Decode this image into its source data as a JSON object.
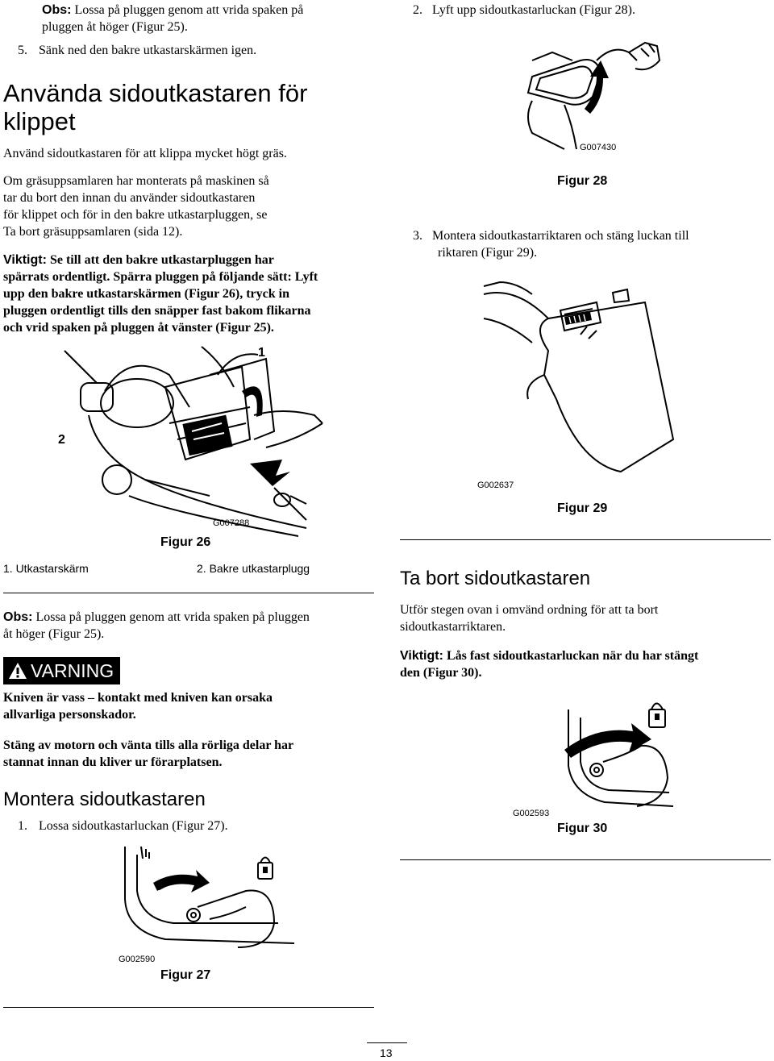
{
  "left": {
    "obs1_label": "Obs:",
    "obs1_line1": "Lossa på pluggen genom att vrida spaken på",
    "obs1_line2": "pluggen åt höger (Figur 25).",
    "step5_num": "5.",
    "step5_text": "Sänk ned den bakre utkastarskärmen igen.",
    "heading_line1": "Använda sidoutkastaren för",
    "heading_line2": "klippet",
    "intro": "Använd sidoutkastaren för att klippa mycket högt gräs.",
    "para1_l1": "Om gräsuppsamlaren har monterats på maskinen så",
    "para1_l2": "tar du bort den innan du använder sidoutkastaren",
    "para1_l3": "för klippet och för in den bakre utkastarpluggen, se",
    "para1_l4": "Ta bort gräsuppsamlaren (sida 12).",
    "viktigt_label": "Viktigt:",
    "viktigt_l1": "Se till att den bakre utkastarpluggen har",
    "viktigt_l2": "spärrats ordentligt. Spärra pluggen på följande sätt: Lyft",
    "viktigt_l3": "upp den bakre utkastarskärmen (Figur 26), tryck in",
    "viktigt_l4": "pluggen ordentligt tills den snäpper fast bakom flikarna",
    "viktigt_l5": "och vrid spaken på pluggen åt vänster (Figur 25).",
    "fig26_callout1": "1",
    "fig26_callout2": "2",
    "fig26_code": "G007288",
    "fig26_caption": "Figur 26",
    "legend1": "1.  Utkastarskärm",
    "legend2": "2.  Bakre utkastarplugg",
    "obs2_label": "Obs:",
    "obs2_line1": "Lossa på pluggen genom att vrida spaken på pluggen",
    "obs2_line2": "åt höger (Figur 25).",
    "warning_label": "VARNING",
    "warning_l1": "Kniven är vass – kontakt med kniven kan orsaka",
    "warning_l2": "allvarliga personskador.",
    "stop_l1": "Stäng av motorn och vänta tills alla rörliga delar har",
    "stop_l2": "stannat innan du kliver ur förarplatsen.",
    "heading2": "Montera sidoutkastaren",
    "step1_num": "1.",
    "step1_text": "Lossa sidoutkastarluckan (Figur 27).",
    "fig27_code": "G002590",
    "fig27_caption": "Figur 27"
  },
  "right": {
    "step2_num": "2.",
    "step2_text": "Lyft upp sidoutkastarluckan (Figur 28).",
    "fig28_code": "G007430",
    "fig28_caption": "Figur 28",
    "step3_num": "3.",
    "step3_l1": "Montera sidoutkastarriktaren och stäng luckan till",
    "step3_l2": "riktaren (Figur 29).",
    "fig29_code": "G002637",
    "fig29_caption": "Figur 29",
    "heading3": "Ta bort sidoutkastaren",
    "remove_l1": "Utför stegen ovan i omvänd ordning för att ta bort",
    "remove_l2": "sidoutkastarriktaren.",
    "viktigt2_label": "Viktigt:",
    "viktigt2_l1": "Lås fast sidoutkastarluckan när du har stängt",
    "viktigt2_l2": "den (Figur 30).",
    "fig30_code": "G002593",
    "fig30_caption": "Figur 30"
  },
  "footer": {
    "page_number": "13"
  }
}
